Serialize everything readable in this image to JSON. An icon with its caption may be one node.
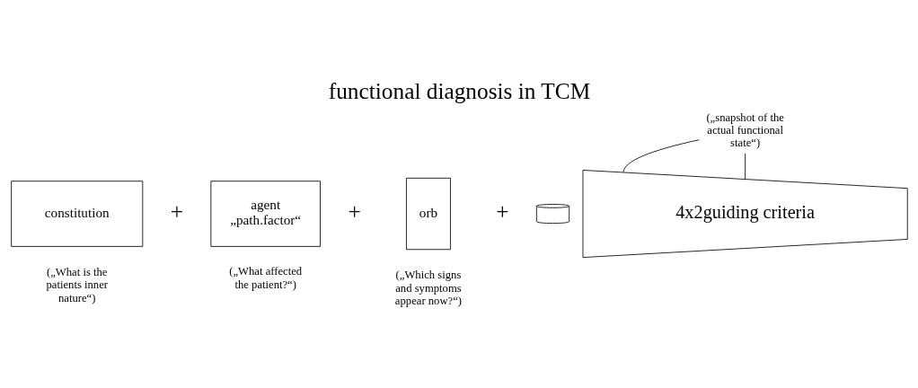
{
  "diagram": {
    "title": "functional diagnosis in TCM",
    "nodes": [
      {
        "text": [
          "constitution"
        ],
        "beside": [
          "(„What is the patients inner nature“)"
        ]
      },
      {
        "text": [
          "agent",
          "„path.factor“"
        ],
        "beside": [
          "(„What affected the patient?“)"
        ]
      },
      {
        "text": [
          "orb"
        ],
        "beside": [
          "(„Which signs and symptoms appear now?“)"
        ]
      },
      {
        "text": [],
        "shape": "cylinder"
      },
      {
        "text": [
          "4x2guiding criteria"
        ]
      },
      {
        "text": [
          "(„snapshot of the actual functional state“)"
        ]
      }
    ],
    "edges": [
      {
        "from": 5,
        "to": 4,
        "arrow": "none"
      },
      {
        "from": 5,
        "to": 4,
        "arrow": "none"
      }
    ],
    "labels": [
      "+",
      "+",
      "+"
    ]
  }
}
